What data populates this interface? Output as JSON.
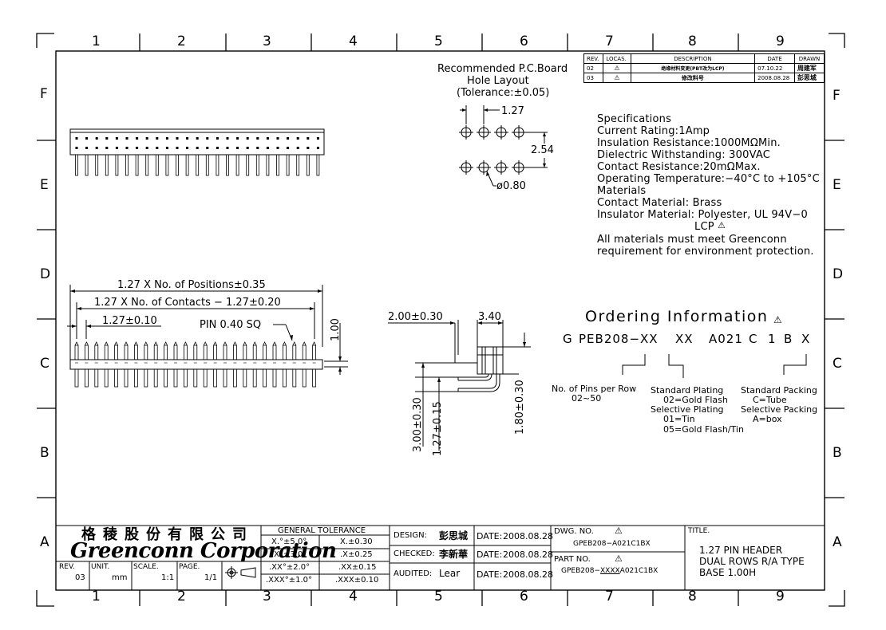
{
  "zones": {
    "columns": [
      "1",
      "2",
      "3",
      "4",
      "5",
      "6",
      "7",
      "8",
      "9"
    ],
    "rows": [
      "F",
      "E",
      "D",
      "C",
      "B",
      "A"
    ]
  },
  "revision_table": {
    "headers": [
      "REV.",
      "LOCAS.",
      "DESCRIPTION",
      "DATE",
      "DRAWN"
    ],
    "rows": [
      {
        "rev": "02",
        "locas": "⚠",
        "desc": "绝缘材料变更(PBT改为LCP)",
        "date": "07.10.22",
        "drawn": "周建军"
      },
      {
        "rev": "03",
        "locas": "⚠",
        "desc": "修改料号",
        "date": "2008.08.28",
        "drawn": "彭思城"
      }
    ]
  },
  "hole_layout": {
    "title_lines": [
      "Recommended P.C.Board",
      "Hole Layout",
      "(Tolerance:±0.05)"
    ],
    "pitch": "1.27",
    "row_spacing": "2.54",
    "hole_dia": "ø0.80"
  },
  "specifications": {
    "title": "Specifications",
    "lines": [
      "Current Rating:1Amp",
      "Insulation  Resistance:1000MΩMin.",
      "Dielectric  Withstanding:    300VAC",
      "Contact  Resistance:20mΩMax.",
      "Operating  Temperature:−40°C  to  +105°C",
      "Materials",
      "Contact  Material:  Brass",
      "Insulator  Material:  Polyester,  UL  94V−0"
    ],
    "lcp": "LCP",
    "note_lines": [
      "All  materials  must  meet  Greenconn",
      "requirement  for  environment  protection."
    ]
  },
  "front_view": {
    "dim_positions": "1.27  X  No.  of  Positions±0.35",
    "dim_contacts": "1.27  X  No.  of  Contacts  −  1.27±0.20",
    "dim_pitch": "1.27±0.10",
    "pin_note": "PIN  0.40  SQ",
    "dim_height": "1.00"
  },
  "side_view": {
    "dim_200": "2.00±0.30",
    "dim_340": "3.40",
    "dim_300": "3.00±0.30",
    "dim_127": "1.27±0.15",
    "dim_180": "1.80±0.30"
  },
  "ordering": {
    "title": "Ordering  Information",
    "code_parts": [
      "G",
      "PEB208−XX",
      "XX",
      "A021",
      "C",
      "1",
      "B",
      "X"
    ],
    "pins_label": "No.  of  Pins  per  Row",
    "pins_range": "02~50",
    "plating_lines": [
      "Standard  Plating",
      "02=Gold  Flash",
      "Selective  Plating",
      "01=Tin",
      "05=Gold  Flash/Tin"
    ],
    "packing_lines": [
      "Standard  Packing",
      "C=Tube",
      "Selective  Packing",
      "A=box"
    ]
  },
  "title_block": {
    "company_cn": "格稜股份有限公司",
    "company_en": "Greenconn Corporation",
    "rev_label": "REV.",
    "rev_value": "03",
    "unit_label": "UNIT.",
    "unit_value": "mm",
    "scale_label": "SCALE.",
    "scale_value": "1:1",
    "page_label": "PAGE.",
    "page_value": "1/1",
    "tolerance_title": "GENERAL  TOLERANCE",
    "tolerance_rows": [
      [
        "X.°±5.0°",
        "X.±0.30"
      ],
      [
        ".X°±3.0°",
        ".X±0.25"
      ],
      [
        ".XX°±2.0°",
        ".XX±0.15"
      ],
      [
        ".XXX°±1.0°",
        ".XXX±0.10"
      ]
    ],
    "design_label": "DESIGN:",
    "design_value": "彭思城",
    "checked_label": "CHECKED:",
    "checked_value": "李新華",
    "audited_label": "AUDITED:",
    "audited_value": "Lear",
    "date_label": "DATE:",
    "date_value": "2008.08.28",
    "dwg_label": "DWG.  NO.",
    "dwg_value": "GPEB208−A021C1BX",
    "part_label": "PART  NO.",
    "part_value_pre": "GPEB208−",
    "part_value_x": "XXXX",
    "part_value_post": "A021C1BX",
    "title_label": "TITLE.",
    "title_lines": [
      "1.27  PIN  HEADER",
      "DUAL  ROWS  R/A  TYPE",
      "BASE  1.00H"
    ]
  }
}
